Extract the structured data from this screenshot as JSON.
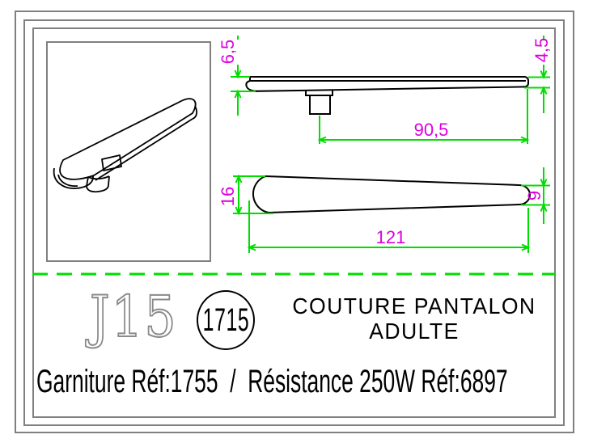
{
  "dimensions": {
    "side_view": {
      "left_thickness": "6,5",
      "right_thickness": "4,5",
      "length": "90,5"
    },
    "top_view": {
      "left_width": "16",
      "right_width": "9",
      "length": "121"
    }
  },
  "title_block": {
    "model_code": "J15",
    "serial_number": "1715",
    "title_line1": "COUTURE PANTALON",
    "title_line2": "ADULTE",
    "footer": "Garniture Réf:1755  /  Résistance 250W Réf:6897"
  },
  "colors": {
    "dimension_lines": "#00dd00",
    "dimension_text": "#dd00dd",
    "frame_gray": "#808080",
    "drawing_black": "#000000"
  }
}
